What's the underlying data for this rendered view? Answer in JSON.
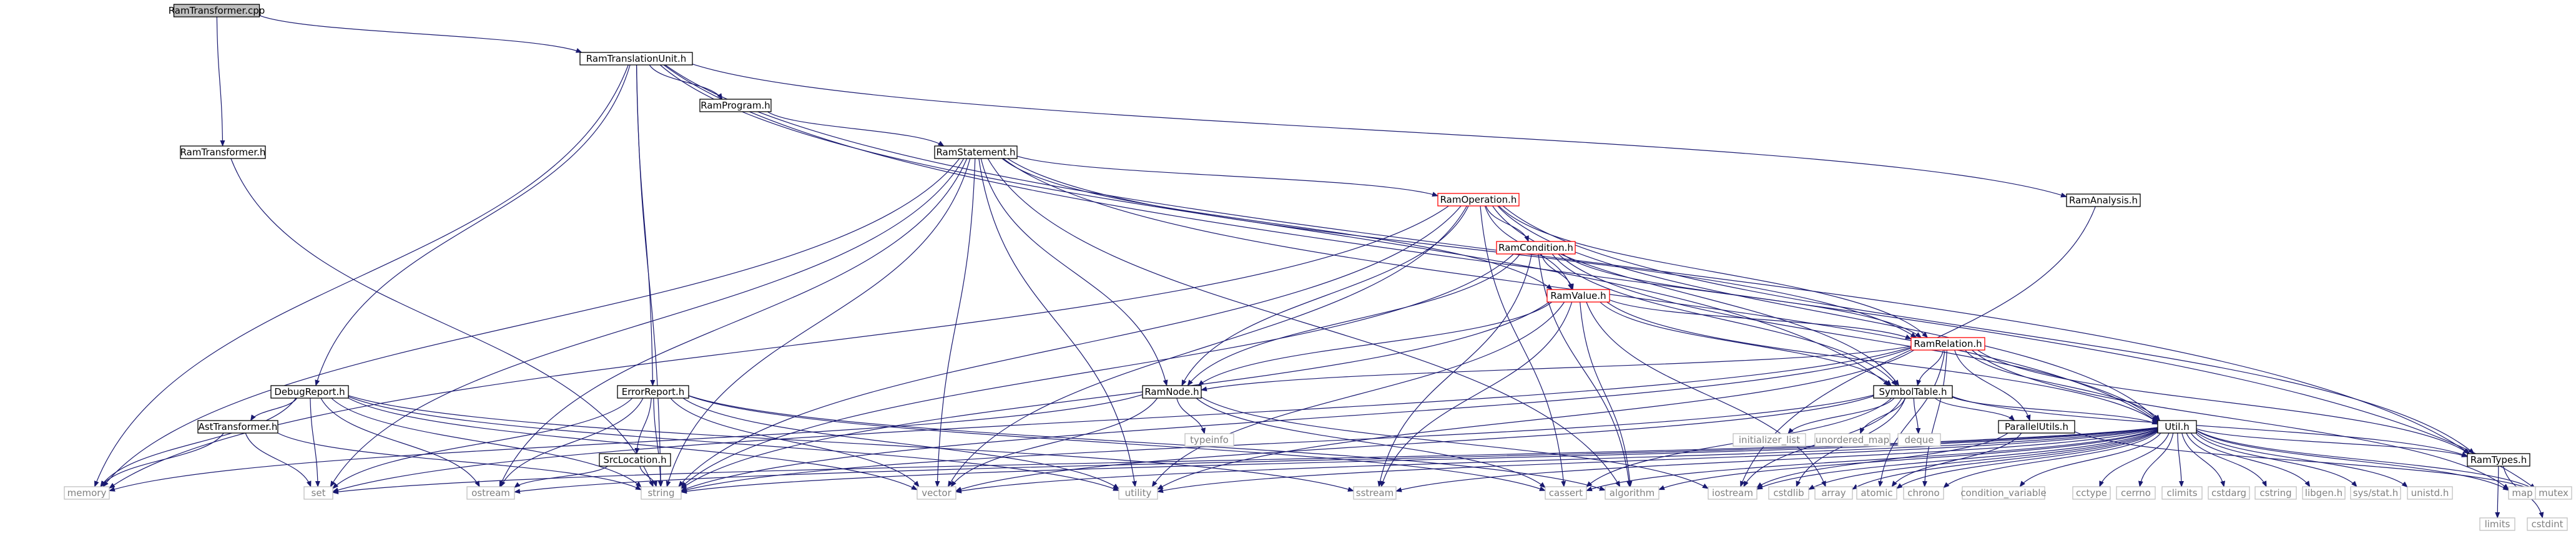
{
  "colors": {
    "edge": "#191970",
    "text": "#000000",
    "muted_text": "#808080",
    "border": "#000000",
    "border_red": "#ff0000",
    "border_gray": "#bfbfbf",
    "root_fill": "#bfbfbf",
    "fill": "#ffffff"
  },
  "nodes": [
    {
      "id": "RamTransformer_cpp",
      "label": "RamTransformer.cpp",
      "style": "root"
    },
    {
      "id": "RamTranslationUnit_h",
      "label": "RamTranslationUnit.h",
      "style": "normal"
    },
    {
      "id": "RamTransformer_h",
      "label": "RamTransformer.h",
      "style": "normal"
    },
    {
      "id": "RamProgram_h",
      "label": "RamProgram.h",
      "style": "normal"
    },
    {
      "id": "RamStatement_h",
      "label": "RamStatement.h",
      "style": "normal"
    },
    {
      "id": "RamAnalysis_h",
      "label": "RamAnalysis.h",
      "style": "normal"
    },
    {
      "id": "RamOperation_h",
      "label": "RamOperation.h",
      "style": "red"
    },
    {
      "id": "RamCondition_h",
      "label": "RamCondition.h",
      "style": "red"
    },
    {
      "id": "RamValue_h",
      "label": "RamValue.h",
      "style": "red"
    },
    {
      "id": "RamRelation_h",
      "label": "RamRelation.h",
      "style": "red"
    },
    {
      "id": "DebugReport_h",
      "label": "DebugReport.h",
      "style": "normal"
    },
    {
      "id": "ErrorReport_h",
      "label": "ErrorReport.h",
      "style": "normal"
    },
    {
      "id": "RamNode_h",
      "label": "RamNode.h",
      "style": "normal"
    },
    {
      "id": "SymbolTable_h",
      "label": "SymbolTable.h",
      "style": "normal"
    },
    {
      "id": "AstTransformer_h",
      "label": "AstTransformer.h",
      "style": "normal"
    },
    {
      "id": "SrcLocation_h",
      "label": "SrcLocation.h",
      "style": "normal"
    },
    {
      "id": "ParallelUtils_h",
      "label": "ParallelUtils.h",
      "style": "normal"
    },
    {
      "id": "Util_h",
      "label": "Util.h",
      "style": "normal"
    },
    {
      "id": "RamTypes_h",
      "label": "RamTypes.h",
      "style": "normal"
    },
    {
      "id": "typeinfo",
      "label": "typeinfo",
      "style": "system"
    },
    {
      "id": "initializer_list",
      "label": "initializer_list",
      "style": "system"
    },
    {
      "id": "unordered_map",
      "label": "unordered_map",
      "style": "system"
    },
    {
      "id": "deque",
      "label": "deque",
      "style": "system"
    },
    {
      "id": "memory",
      "label": "memory",
      "style": "system"
    },
    {
      "id": "set",
      "label": "set",
      "style": "system"
    },
    {
      "id": "ostream",
      "label": "ostream",
      "style": "system"
    },
    {
      "id": "string",
      "label": "string",
      "style": "system"
    },
    {
      "id": "vector",
      "label": "vector",
      "style": "system"
    },
    {
      "id": "utility",
      "label": "utility",
      "style": "system"
    },
    {
      "id": "sstream",
      "label": "sstream",
      "style": "system"
    },
    {
      "id": "cassert",
      "label": "cassert",
      "style": "system"
    },
    {
      "id": "algorithm",
      "label": "algorithm",
      "style": "system"
    },
    {
      "id": "iostream",
      "label": "iostream",
      "style": "system"
    },
    {
      "id": "cstdlib",
      "label": "cstdlib",
      "style": "system"
    },
    {
      "id": "array",
      "label": "array",
      "style": "system"
    },
    {
      "id": "atomic",
      "label": "atomic",
      "style": "system"
    },
    {
      "id": "chrono",
      "label": "chrono",
      "style": "system"
    },
    {
      "id": "condition_variable",
      "label": "condition_variable",
      "style": "system"
    },
    {
      "id": "cctype",
      "label": "cctype",
      "style": "system"
    },
    {
      "id": "cerrno",
      "label": "cerrno",
      "style": "system"
    },
    {
      "id": "climits",
      "label": "climits",
      "style": "system"
    },
    {
      "id": "cstdarg",
      "label": "cstdarg",
      "style": "system"
    },
    {
      "id": "cstring",
      "label": "cstring",
      "style": "system"
    },
    {
      "id": "libgen_h",
      "label": "libgen.h",
      "style": "system"
    },
    {
      "id": "sys_stat_h",
      "label": "sys/stat.h",
      "style": "system"
    },
    {
      "id": "unistd_h",
      "label": "unistd.h",
      "style": "system"
    },
    {
      "id": "map",
      "label": "map",
      "style": "system"
    },
    {
      "id": "mutex",
      "label": "mutex",
      "style": "system"
    },
    {
      "id": "limits",
      "label": "limits",
      "style": "system"
    },
    {
      "id": "cstdint",
      "label": "cstdint",
      "style": "system"
    }
  ],
  "edges": [
    [
      "RamTransformer_cpp",
      "RamTranslationUnit_h"
    ],
    [
      "RamTransformer_cpp",
      "RamTransformer_h"
    ],
    [
      "RamTranslationUnit_h",
      "RamProgram_h"
    ],
    [
      "RamTranslationUnit_h",
      "RamAnalysis_h"
    ],
    [
      "RamTranslationUnit_h",
      "DebugReport_h"
    ],
    [
      "RamTranslationUnit_h",
      "ErrorReport_h"
    ],
    [
      "RamTranslationUnit_h",
      "SymbolTable_h"
    ],
    [
      "RamTranslationUnit_h",
      "memory"
    ],
    [
      "RamTranslationUnit_h",
      "string"
    ],
    [
      "RamTranslationUnit_h",
      "RamTypes_h"
    ],
    [
      "RamTranslationUnit_h",
      "mutex"
    ],
    [
      "RamTransformer_h",
      "string"
    ],
    [
      "RamProgram_h",
      "RamStatement_h"
    ],
    [
      "RamAnalysis_h",
      "iostream"
    ],
    [
      "RamStatement_h",
      "RamOperation_h"
    ],
    [
      "RamStatement_h",
      "RamRelation_h"
    ],
    [
      "RamStatement_h",
      "RamNode_h"
    ],
    [
      "RamStatement_h",
      "RamValue_h"
    ],
    [
      "RamStatement_h",
      "Util_h"
    ],
    [
      "RamStatement_h",
      "memory"
    ],
    [
      "RamStatement_h",
      "set"
    ],
    [
      "RamStatement_h",
      "string"
    ],
    [
      "RamStatement_h",
      "vector"
    ],
    [
      "RamStatement_h",
      "utility"
    ],
    [
      "RamStatement_h",
      "algorithm"
    ],
    [
      "RamStatement_h",
      "ostream"
    ],
    [
      "RamOperation_h",
      "RamCondition_h"
    ],
    [
      "RamOperation_h",
      "RamValue_h"
    ],
    [
      "RamOperation_h",
      "RamRelation_h"
    ],
    [
      "RamOperation_h",
      "RamNode_h"
    ],
    [
      "RamOperation_h",
      "SymbolTable_h"
    ],
    [
      "RamOperation_h",
      "memory"
    ],
    [
      "RamOperation_h",
      "string"
    ],
    [
      "RamOperation_h",
      "vector"
    ],
    [
      "RamOperation_h",
      "cassert"
    ],
    [
      "RamOperation_h",
      "Util_h"
    ],
    [
      "RamOperation_h",
      "RamTypes_h"
    ],
    [
      "RamCondition_h",
      "RamValue_h"
    ],
    [
      "RamCondition_h",
      "RamRelation_h"
    ],
    [
      "RamCondition_h",
      "RamNode_h"
    ],
    [
      "RamCondition_h",
      "SymbolTable_h"
    ],
    [
      "RamCondition_h",
      "algorithm"
    ],
    [
      "RamCondition_h",
      "sstream"
    ],
    [
      "RamCondition_h",
      "string"
    ],
    [
      "RamCondition_h",
      "Util_h"
    ],
    [
      "RamValue_h",
      "RamRelation_h"
    ],
    [
      "RamValue_h",
      "RamNode_h"
    ],
    [
      "RamValue_h",
      "SymbolTable_h"
    ],
    [
      "RamValue_h",
      "algorithm"
    ],
    [
      "RamValue_h",
      "sstream"
    ],
    [
      "RamValue_h",
      "string"
    ],
    [
      "RamValue_h",
      "utility"
    ],
    [
      "RamValue_h",
      "array"
    ],
    [
      "RamValue_h",
      "Util_h"
    ],
    [
      "RamRelation_h",
      "RamNode_h"
    ],
    [
      "RamRelation_h",
      "SymbolTable_h"
    ],
    [
      "RamRelation_h",
      "ParallelUtils_h"
    ],
    [
      "RamRelation_h",
      "Util_h"
    ],
    [
      "RamRelation_h",
      "RamTypes_h"
    ],
    [
      "RamRelation_h",
      "string"
    ],
    [
      "RamRelation_h",
      "utility"
    ],
    [
      "RamRelation_h",
      "map"
    ],
    [
      "RamRelation_h",
      "set"
    ],
    [
      "RamRelation_h",
      "chrono"
    ],
    [
      "RamRelation_h",
      "atomic"
    ],
    [
      "DebugReport_h",
      "AstTransformer_h"
    ],
    [
      "DebugReport_h",
      "memory"
    ],
    [
      "DebugReport_h",
      "set"
    ],
    [
      "DebugReport_h",
      "ostream"
    ],
    [
      "DebugReport_h",
      "string"
    ],
    [
      "DebugReport_h",
      "vector"
    ],
    [
      "DebugReport_h",
      "utility"
    ],
    [
      "DebugReport_h",
      "sstream"
    ],
    [
      "ErrorReport_h",
      "SrcLocation_h"
    ],
    [
      "ErrorReport_h",
      "set"
    ],
    [
      "ErrorReport_h",
      "ostream"
    ],
    [
      "ErrorReport_h",
      "string"
    ],
    [
      "ErrorReport_h",
      "vector"
    ],
    [
      "ErrorReport_h",
      "utility"
    ],
    [
      "ErrorReport_h",
      "cassert"
    ],
    [
      "ErrorReport_h",
      "algorithm"
    ],
    [
      "RamNode_h",
      "typeinfo"
    ],
    [
      "RamNode_h",
      "memory"
    ],
    [
      "RamNode_h",
      "vector"
    ],
    [
      "RamNode_h",
      "cassert"
    ],
    [
      "RamNode_h",
      "iostream"
    ],
    [
      "SymbolTable_h",
      "initializer_list"
    ],
    [
      "SymbolTable_h",
      "unordered_map"
    ],
    [
      "SymbolTable_h",
      "deque"
    ],
    [
      "SymbolTable_h",
      "ParallelUtils_h"
    ],
    [
      "SymbolTable_h",
      "Util_h"
    ],
    [
      "SymbolTable_h",
      "RamTypes_h"
    ],
    [
      "SymbolTable_h",
      "cassert"
    ],
    [
      "SymbolTable_h",
      "iostream"
    ],
    [
      "SymbolTable_h",
      "string"
    ],
    [
      "SymbolTable_h",
      "vector"
    ],
    [
      "SymbolTable_h",
      "cstdlib"
    ],
    [
      "AstTransformer_h",
      "memory"
    ],
    [
      "AstTransformer_h",
      "set"
    ],
    [
      "AstTransformer_h",
      "string"
    ],
    [
      "SrcLocation_h",
      "ostream"
    ],
    [
      "SrcLocation_h",
      "string"
    ],
    [
      "ParallelUtils_h",
      "atomic"
    ],
    [
      "ParallelUtils_h",
      "mutex"
    ],
    [
      "ParallelUtils_h",
      "iostream"
    ],
    [
      "Util_h",
      "set"
    ],
    [
      "Util_h",
      "ostream"
    ],
    [
      "Util_h",
      "string"
    ],
    [
      "Util_h",
      "vector"
    ],
    [
      "Util_h",
      "utility"
    ],
    [
      "Util_h",
      "sstream"
    ],
    [
      "Util_h",
      "cassert"
    ],
    [
      "Util_h",
      "algorithm"
    ],
    [
      "Util_h",
      "iostream"
    ],
    [
      "Util_h",
      "cstdlib"
    ],
    [
      "Util_h",
      "array"
    ],
    [
      "Util_h",
      "atomic"
    ],
    [
      "Util_h",
      "chrono"
    ],
    [
      "Util_h",
      "condition_variable"
    ],
    [
      "Util_h",
      "cctype"
    ],
    [
      "Util_h",
      "cerrno"
    ],
    [
      "Util_h",
      "climits"
    ],
    [
      "Util_h",
      "cstdarg"
    ],
    [
      "Util_h",
      "cstring"
    ],
    [
      "Util_h",
      "libgen_h"
    ],
    [
      "Util_h",
      "sys_stat_h"
    ],
    [
      "Util_h",
      "unistd_h"
    ],
    [
      "Util_h",
      "RamTypes_h"
    ],
    [
      "Util_h",
      "map"
    ],
    [
      "Util_h",
      "mutex"
    ],
    [
      "RamTypes_h",
      "limits"
    ],
    [
      "RamTypes_h",
      "cstdint"
    ]
  ]
}
